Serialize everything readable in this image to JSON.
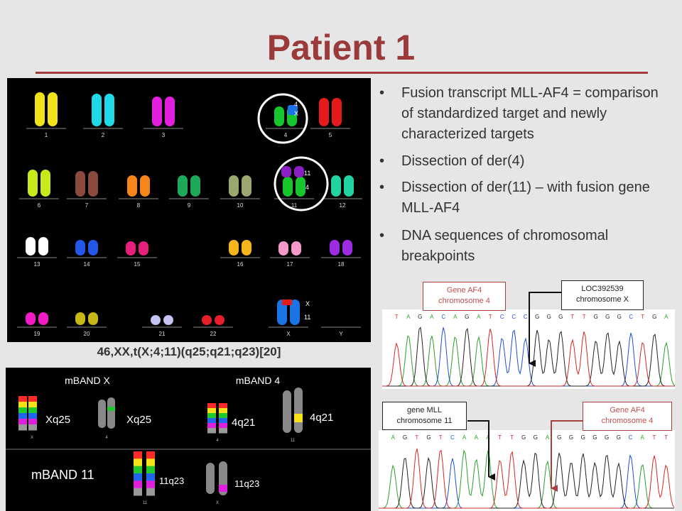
{
  "slide": {
    "title": "Patient 1",
    "karyotype_formula": "46,XX,t(X;4;11)(q25;q21;q23)[20]"
  },
  "karyotype": {
    "labels": [
      "1",
      "2",
      "3",
      "4",
      "5",
      "6",
      "7",
      "8",
      "9",
      "10",
      "11",
      "12",
      "13",
      "14",
      "15",
      "16",
      "17",
      "18",
      "19",
      "20",
      "21",
      "22",
      "X",
      "Y"
    ],
    "annotations": {
      "der4_top": "4",
      "der4_bottom": "X",
      "der11_top": "11",
      "der11_bottom": "4",
      "derX_top": "X",
      "derX_bottom": "11"
    },
    "colors": {
      "c1": "#f2e21a",
      "c2": "#1fd8e8",
      "c3": "#e11fdc",
      "c4": "#17c52d",
      "c5": "#e51b1b",
      "c6": "#c6ea1c",
      "c7": "#8a4a3d",
      "c8": "#f7861a",
      "c9": "#1da85a",
      "c10": "#9aa870",
      "c11": "#17c52d",
      "c12": "#22d3a2",
      "c13": "#ffffff",
      "c14": "#2456e8",
      "c15": "#e81f7c",
      "c16": "#f7b51d",
      "c17": "#f59ac8",
      "c18": "#9d2be3",
      "c19": "#f21cc7",
      "c20": "#c8b817",
      "c21": "#c3c4f2",
      "c22": "#e81e2a",
      "cX": "#1a74e5"
    }
  },
  "mband": {
    "x_title": "mBAND X",
    "four_title": "mBAND 4",
    "eleven_title": "mBAND 11",
    "labels": {
      "xq25_a": "Xq25",
      "xq25_b": "Xq25",
      "q4_a": "4q21",
      "q4_b": "4q21",
      "q11_a": "11q23",
      "q11_b": "11q23"
    },
    "small_labels": {
      "x": "X",
      "four": "4",
      "four2": "4",
      "eleven": "11",
      "eleven2": "11",
      "x2": "X"
    }
  },
  "bullets": [
    {
      "dot": "•",
      "text": "Fusion transcript MLL-AF4 = comparison of standardized target and newly characterized targets"
    },
    {
      "dot": "•",
      "text": "Dissection of der(4)"
    },
    {
      "dot": "•",
      "text": "Dissection of der(11) – with fusion gene MLL-AF4"
    },
    {
      "dot": "•",
      "text": "DNA sequences of chromosomal breakpoints"
    }
  ],
  "sequences": {
    "top": {
      "bases": "TAGACAGATCCCGGGTTGGGCTGA",
      "callout_left": {
        "line1": "Gene AF4",
        "line2": "chromosome 4"
      },
      "callout_right": {
        "line1": "LOC392539",
        "line2": "chromosome X"
      }
    },
    "bottom": {
      "bases": "AGTGTCAAATTGGAGGGGGGCATT",
      "callout_left": {
        "line1": "gene MLL",
        "line2": "chromosome 11"
      },
      "callout_right": {
        "line1": "Gene  AF4",
        "line2": "chromosome 4"
      }
    },
    "base_colors": {
      "A": "#2ca02c",
      "C": "#1f4fd8",
      "G": "#222222",
      "T": "#d62728"
    }
  }
}
